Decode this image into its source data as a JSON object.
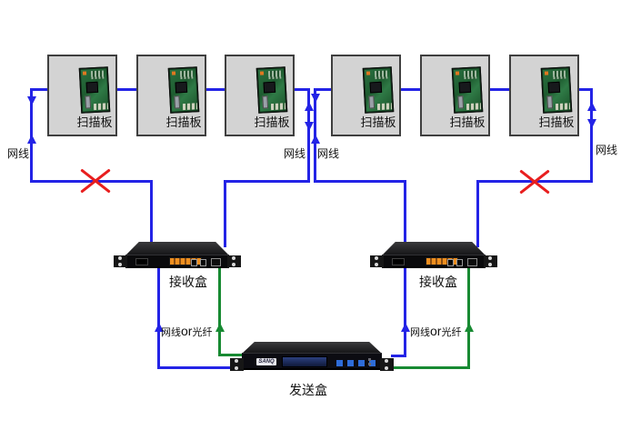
{
  "labels": {
    "scan_board": "扫描板",
    "receiver": "接收盒",
    "sender": "发送盒",
    "net_cable": "网线",
    "cable_link": {
      "net": "网线",
      "or": "or",
      "fiber": "光纤"
    }
  },
  "devices": {
    "scan_boards": 6,
    "receivers": 2,
    "senders": 1,
    "sender_logo": "SANQ"
  },
  "marks": {
    "fault_x_count": 2
  },
  "colors": {
    "cable_blue": "#2323e6",
    "cable_fiber_green": "#178a32",
    "fault_red": "#e81e1e",
    "box_fill": "#d3d3d3",
    "box_border": "#3f3f3f",
    "sticker_orange": "#ef8f1f"
  }
}
